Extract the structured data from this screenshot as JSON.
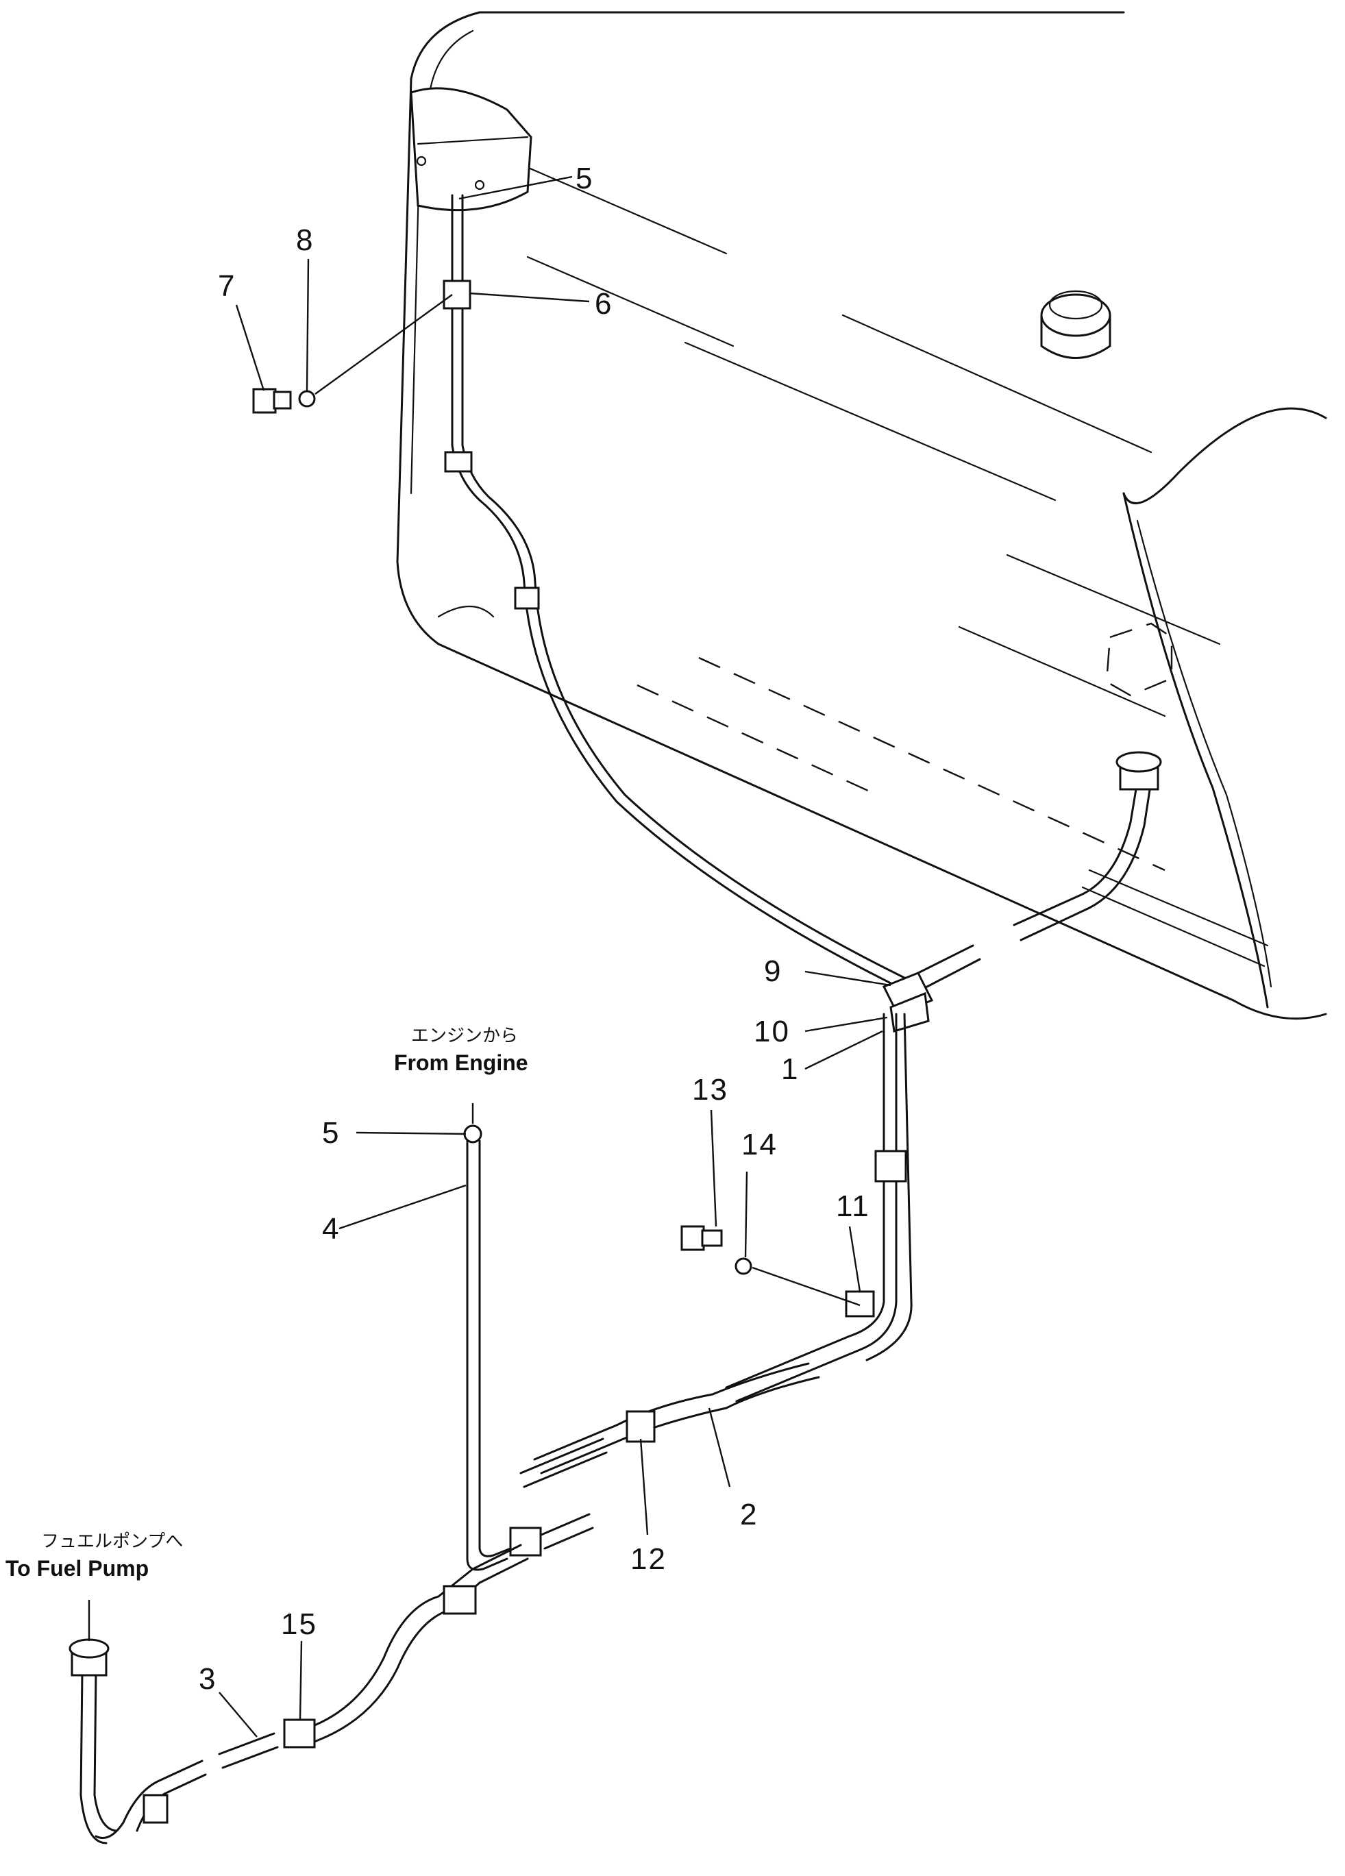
{
  "callouts": {
    "c1": "1",
    "c2": "2",
    "c3": "3",
    "c4": "4",
    "c5a": "5",
    "c5b": "5",
    "c6": "6",
    "c7": "7",
    "c8": "8",
    "c9": "9",
    "c10": "10",
    "c11": "11",
    "c12": "12",
    "c13": "13",
    "c14": "14",
    "c15": "15"
  },
  "annotations": {
    "from_engine_jp": "エンジンから",
    "from_engine_en": "From Engine",
    "to_pump_jp": "フュエルポンプへ",
    "to_pump_en": "To Fuel Pump"
  }
}
